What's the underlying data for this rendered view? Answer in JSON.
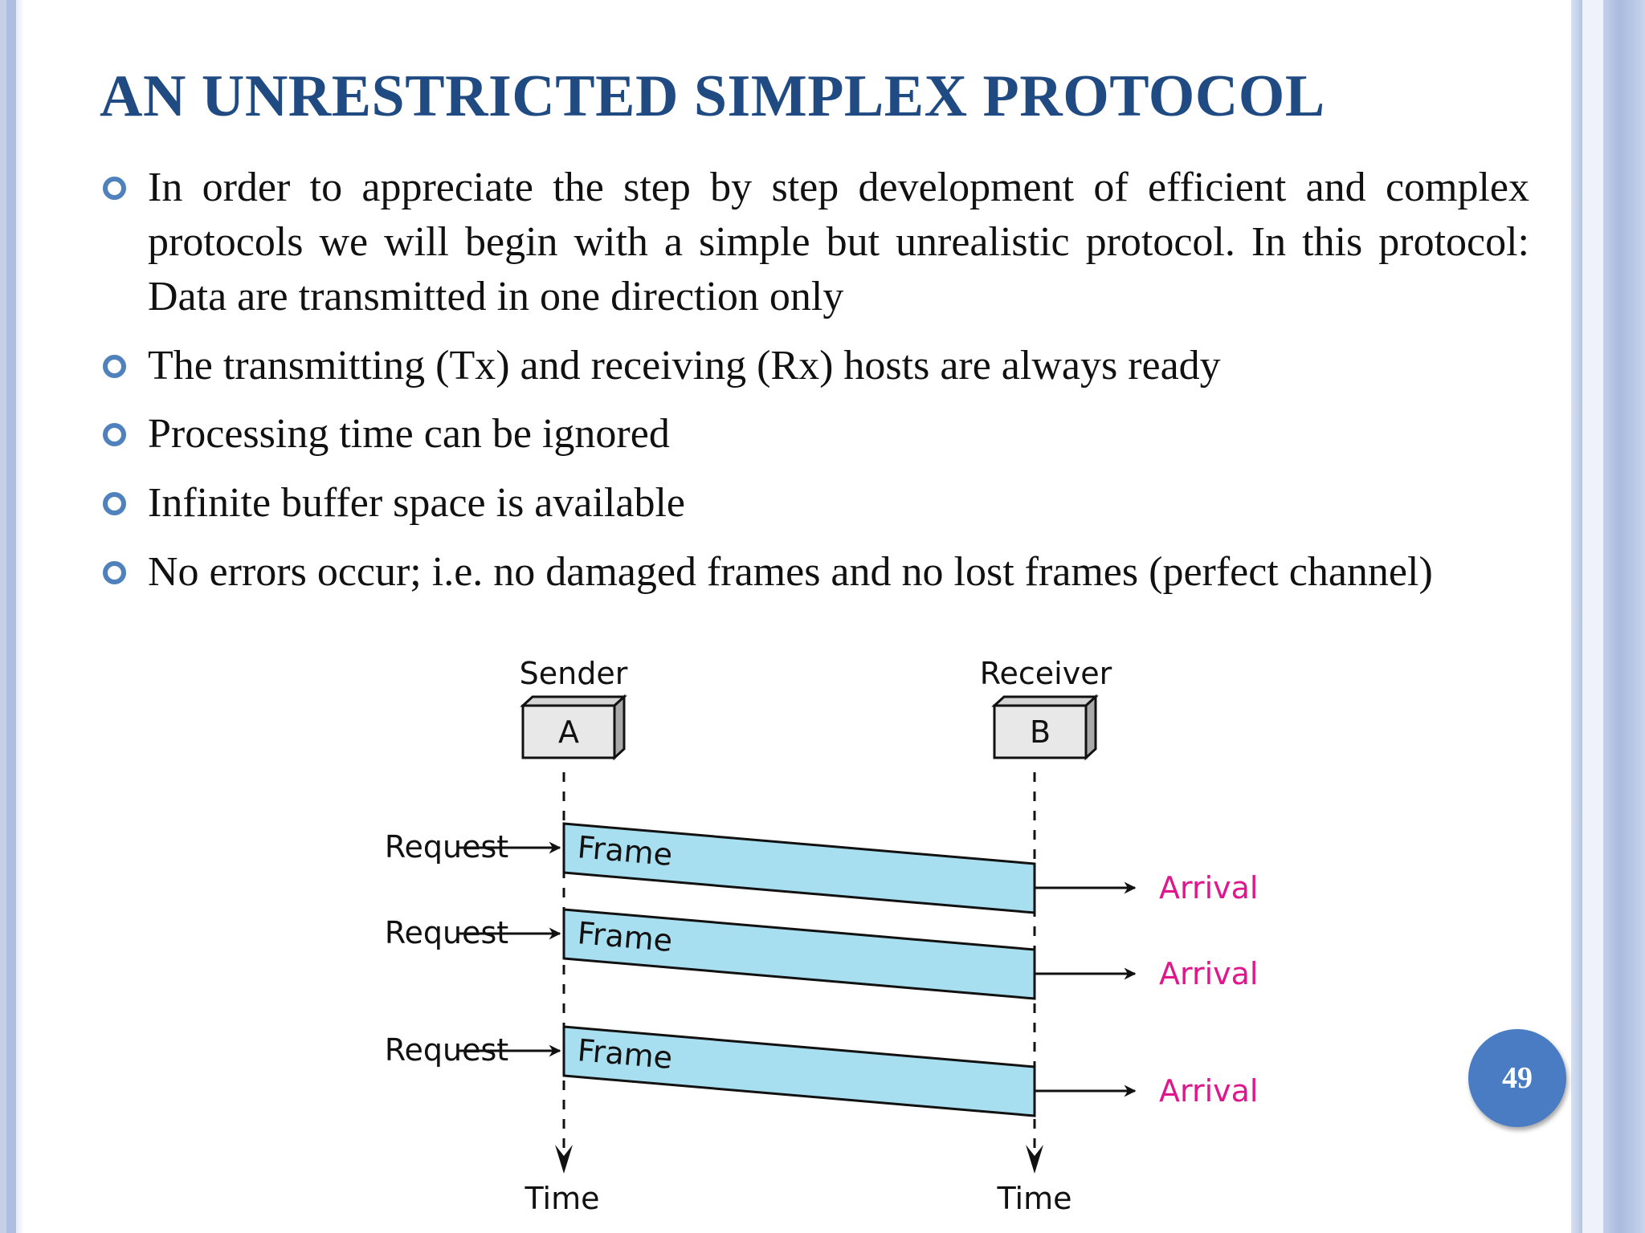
{
  "slide": {
    "title": "AN UNRESTRICTED SIMPLEX PROTOCOL",
    "page_number": "49"
  },
  "bullets": [
    {
      "text": "In order to appreciate the step by step development of efficient and complex protocols we will begin with a simple but unrealistic protocol. In this protocol: Data are transmitted in one direction only"
    },
    {
      "text": "The transmitting (Tx) and receiving (Rx) hosts are always ready"
    },
    {
      "text": "Processing time can be ignored"
    },
    {
      "text": "Infinite buffer space is available"
    },
    {
      "text": "No errors occur; i.e. no damaged frames and no lost frames (perfect channel)"
    }
  ],
  "diagram": {
    "sender_label": "Sender",
    "receiver_label": "Receiver",
    "sender_node": "A",
    "receiver_node": "B",
    "time_label_sender": "Time",
    "time_label_receiver": "Time",
    "request_label": "Request",
    "frame_label": "Frame",
    "arrival_label": "Arrival",
    "frame_count": 3,
    "colors": {
      "frame_fill": "#a8dff0",
      "arrival_text": "#e0168c",
      "line": "#111111"
    }
  }
}
